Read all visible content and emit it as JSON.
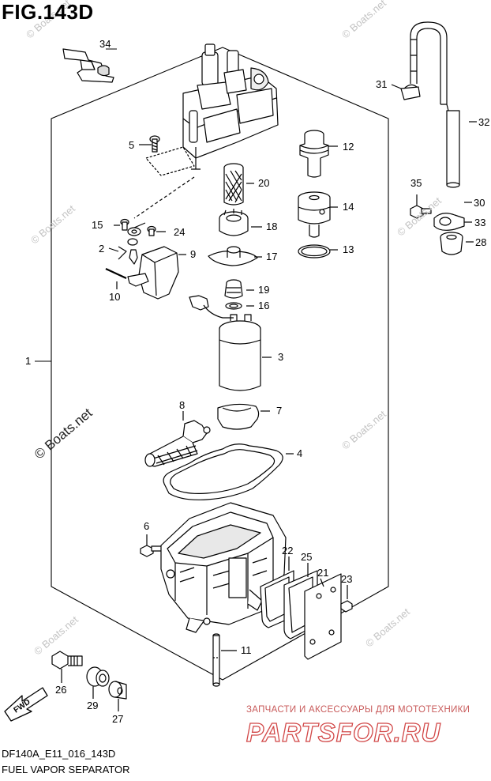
{
  "figure": {
    "title": "FIG.143D",
    "model_code": "DF140A_E11_016_143D",
    "name": "FUEL VAPOR SEPARATOR"
  },
  "watermark": {
    "text": "© Boats.net"
  },
  "direction_arrow": {
    "label": "FWD"
  },
  "ad_banner": {
    "tagline": "ЗАПЧАСТИ И АКСЕССУАРЫ ДЛЯ МОТОТЕХНИКИ",
    "brand": "PARTSFOR.RU"
  },
  "callouts": {
    "c1": "1",
    "c2": "2",
    "c3": "3",
    "c4": "4",
    "c5": "5",
    "c6": "6",
    "c7": "7",
    "c8": "8",
    "c9": "9",
    "c10": "10",
    "c11": "11",
    "c12": "12",
    "c13": "13",
    "c14": "14",
    "c15": "15",
    "c16": "16",
    "c17": "17",
    "c18": "18",
    "c19": "19",
    "c20": "20",
    "c21": "21",
    "c22": "22",
    "c23": "23",
    "c24": "24",
    "c25": "25",
    "c26": "26",
    "c27": "27",
    "c28": "28",
    "c29": "29",
    "c30": "30",
    "c31": "31",
    "c32": "32",
    "c33": "33",
    "c34": "34",
    "c35": "35"
  },
  "colors": {
    "line": "#000000",
    "part_fill": "#ffffff",
    "shade": "#b8b8b8",
    "watermark": "#c4c4c4",
    "ad_red": "#d24848"
  }
}
